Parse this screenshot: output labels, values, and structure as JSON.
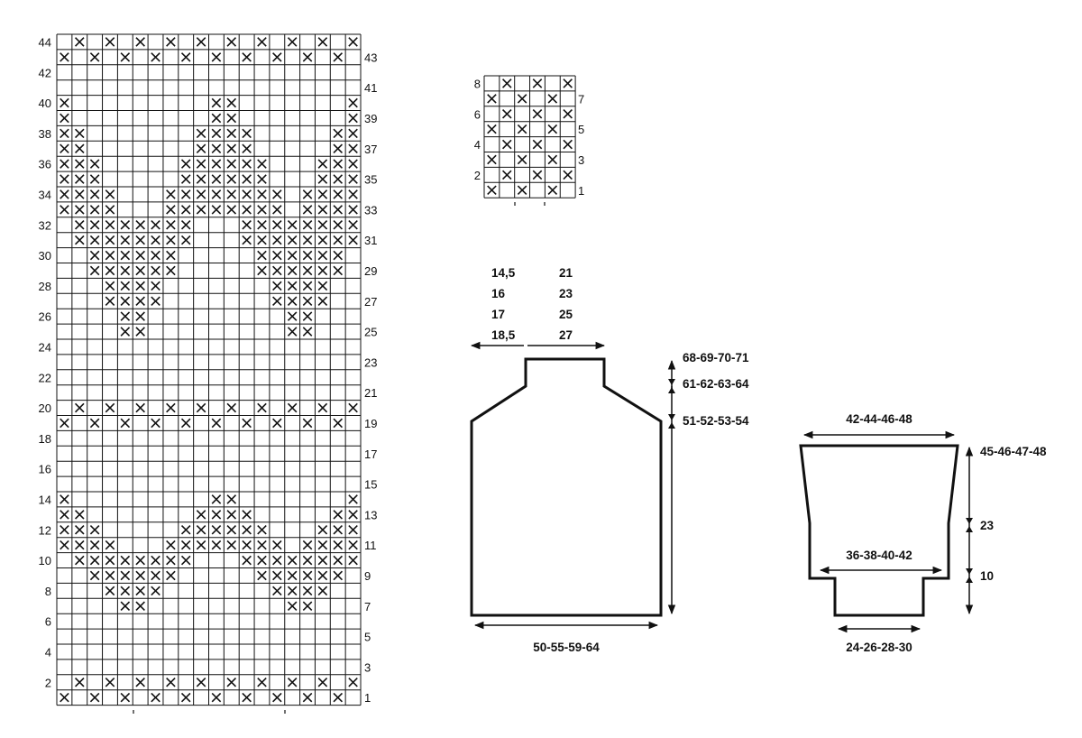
{
  "charts": {
    "big_chart": {
      "cols": 20,
      "rows": 44,
      "left_labels": [
        "2",
        "4",
        "6",
        "8",
        "10",
        "12",
        "14",
        "16",
        "18",
        "20",
        "22",
        "24",
        "26",
        "28",
        "30",
        "32",
        "34",
        "36",
        "38",
        "40",
        "42",
        "44"
      ],
      "right_labels": [
        "1",
        "3",
        "5",
        "7",
        "9",
        "11",
        "13",
        "15",
        "17",
        "19",
        "21",
        "23",
        "25",
        "27",
        "29",
        "31",
        "33",
        "35",
        "37",
        "39",
        "41",
        "43"
      ],
      "pattern": [
        ".X.X.X.X.X.X.X.X.X.X",
        "X.X.X.X.X.X.X.X.X.X.",
        "....................",
        "....................",
        "X.........XX.......X",
        "X.........XX.......X",
        "XX.......XXXX.....XX",
        "XX.......XXXX.....XX",
        "XXX.....XXXXXX...XXX",
        "XXX.....XXXXXX...XXX",
        "XXXX...XXXXXXXX.XXXX",
        "XXXX...XXXXXXXX.XXXX",
        ".XXXXXXXX...XXXXXXXX",
        ".XXXXXXXX...XXXXXXXX",
        "..XXXXXX.....XXXXXX.",
        "..XXXXXX.....XXXXXX.",
        "...XXXX.......XXXX..",
        "...XXXX.......XXXX..",
        "....XX.........XX...",
        "....XX.........XX...",
        "....................",
        "....................",
        "....................",
        "....................",
        ".X.X.X.X.X.X.X.X.X.X",
        "X.X.X.X.X.X.X.X.X.X.",
        "....................",
        "....................",
        "....................",
        "....................",
        "X.........XX.......X",
        "XX.......XXXX.....XX",
        "XXX.....XXXXXX...XXX",
        "XXXX...XXXXXXXX.XXXX",
        ".XXXXXXXX...XXXXXXXX",
        "..XXXXXX.....XXXXXX.",
        "...XXXX.......XXXX..",
        "....XX.........XX...",
        "....................",
        "....................",
        "....................",
        "....................",
        ".X.X.X.X.X.X.X.X.X.X",
        "X.X.X.X.X.X.X.X.X.X."
      ]
    },
    "small_chart": {
      "cols": 6,
      "rows": 8,
      "left_labels": [
        "2",
        "4",
        "6",
        "8"
      ],
      "right_labels": [
        "1",
        "3",
        "5",
        "7"
      ],
      "pattern": [
        ".X.X.X",
        "X.X.X.",
        ".X.X.X",
        "X.X.X.",
        ".X.X.X",
        "X.X.X.",
        ".X.X.X",
        "X.X.X."
      ]
    }
  },
  "body_piece": {
    "shoulder_widths": [
      "14,5",
      "16",
      "17",
      "18,5"
    ],
    "neck_widths": [
      "21",
      "23",
      "25",
      "27"
    ],
    "bottom_width": "50-55-59-64",
    "total_length": "68-69-70-71",
    "shoulder_length": "61-62-63-64",
    "armhole_length": "51-52-53-54"
  },
  "sleeve_piece": {
    "top_width": "42-44-46-48",
    "total_length": "45-46-47-48",
    "upper_length": "23",
    "cuff_length": "10",
    "lower_width": "36-38-40-42",
    "cuff_width": "24-26-28-30"
  }
}
